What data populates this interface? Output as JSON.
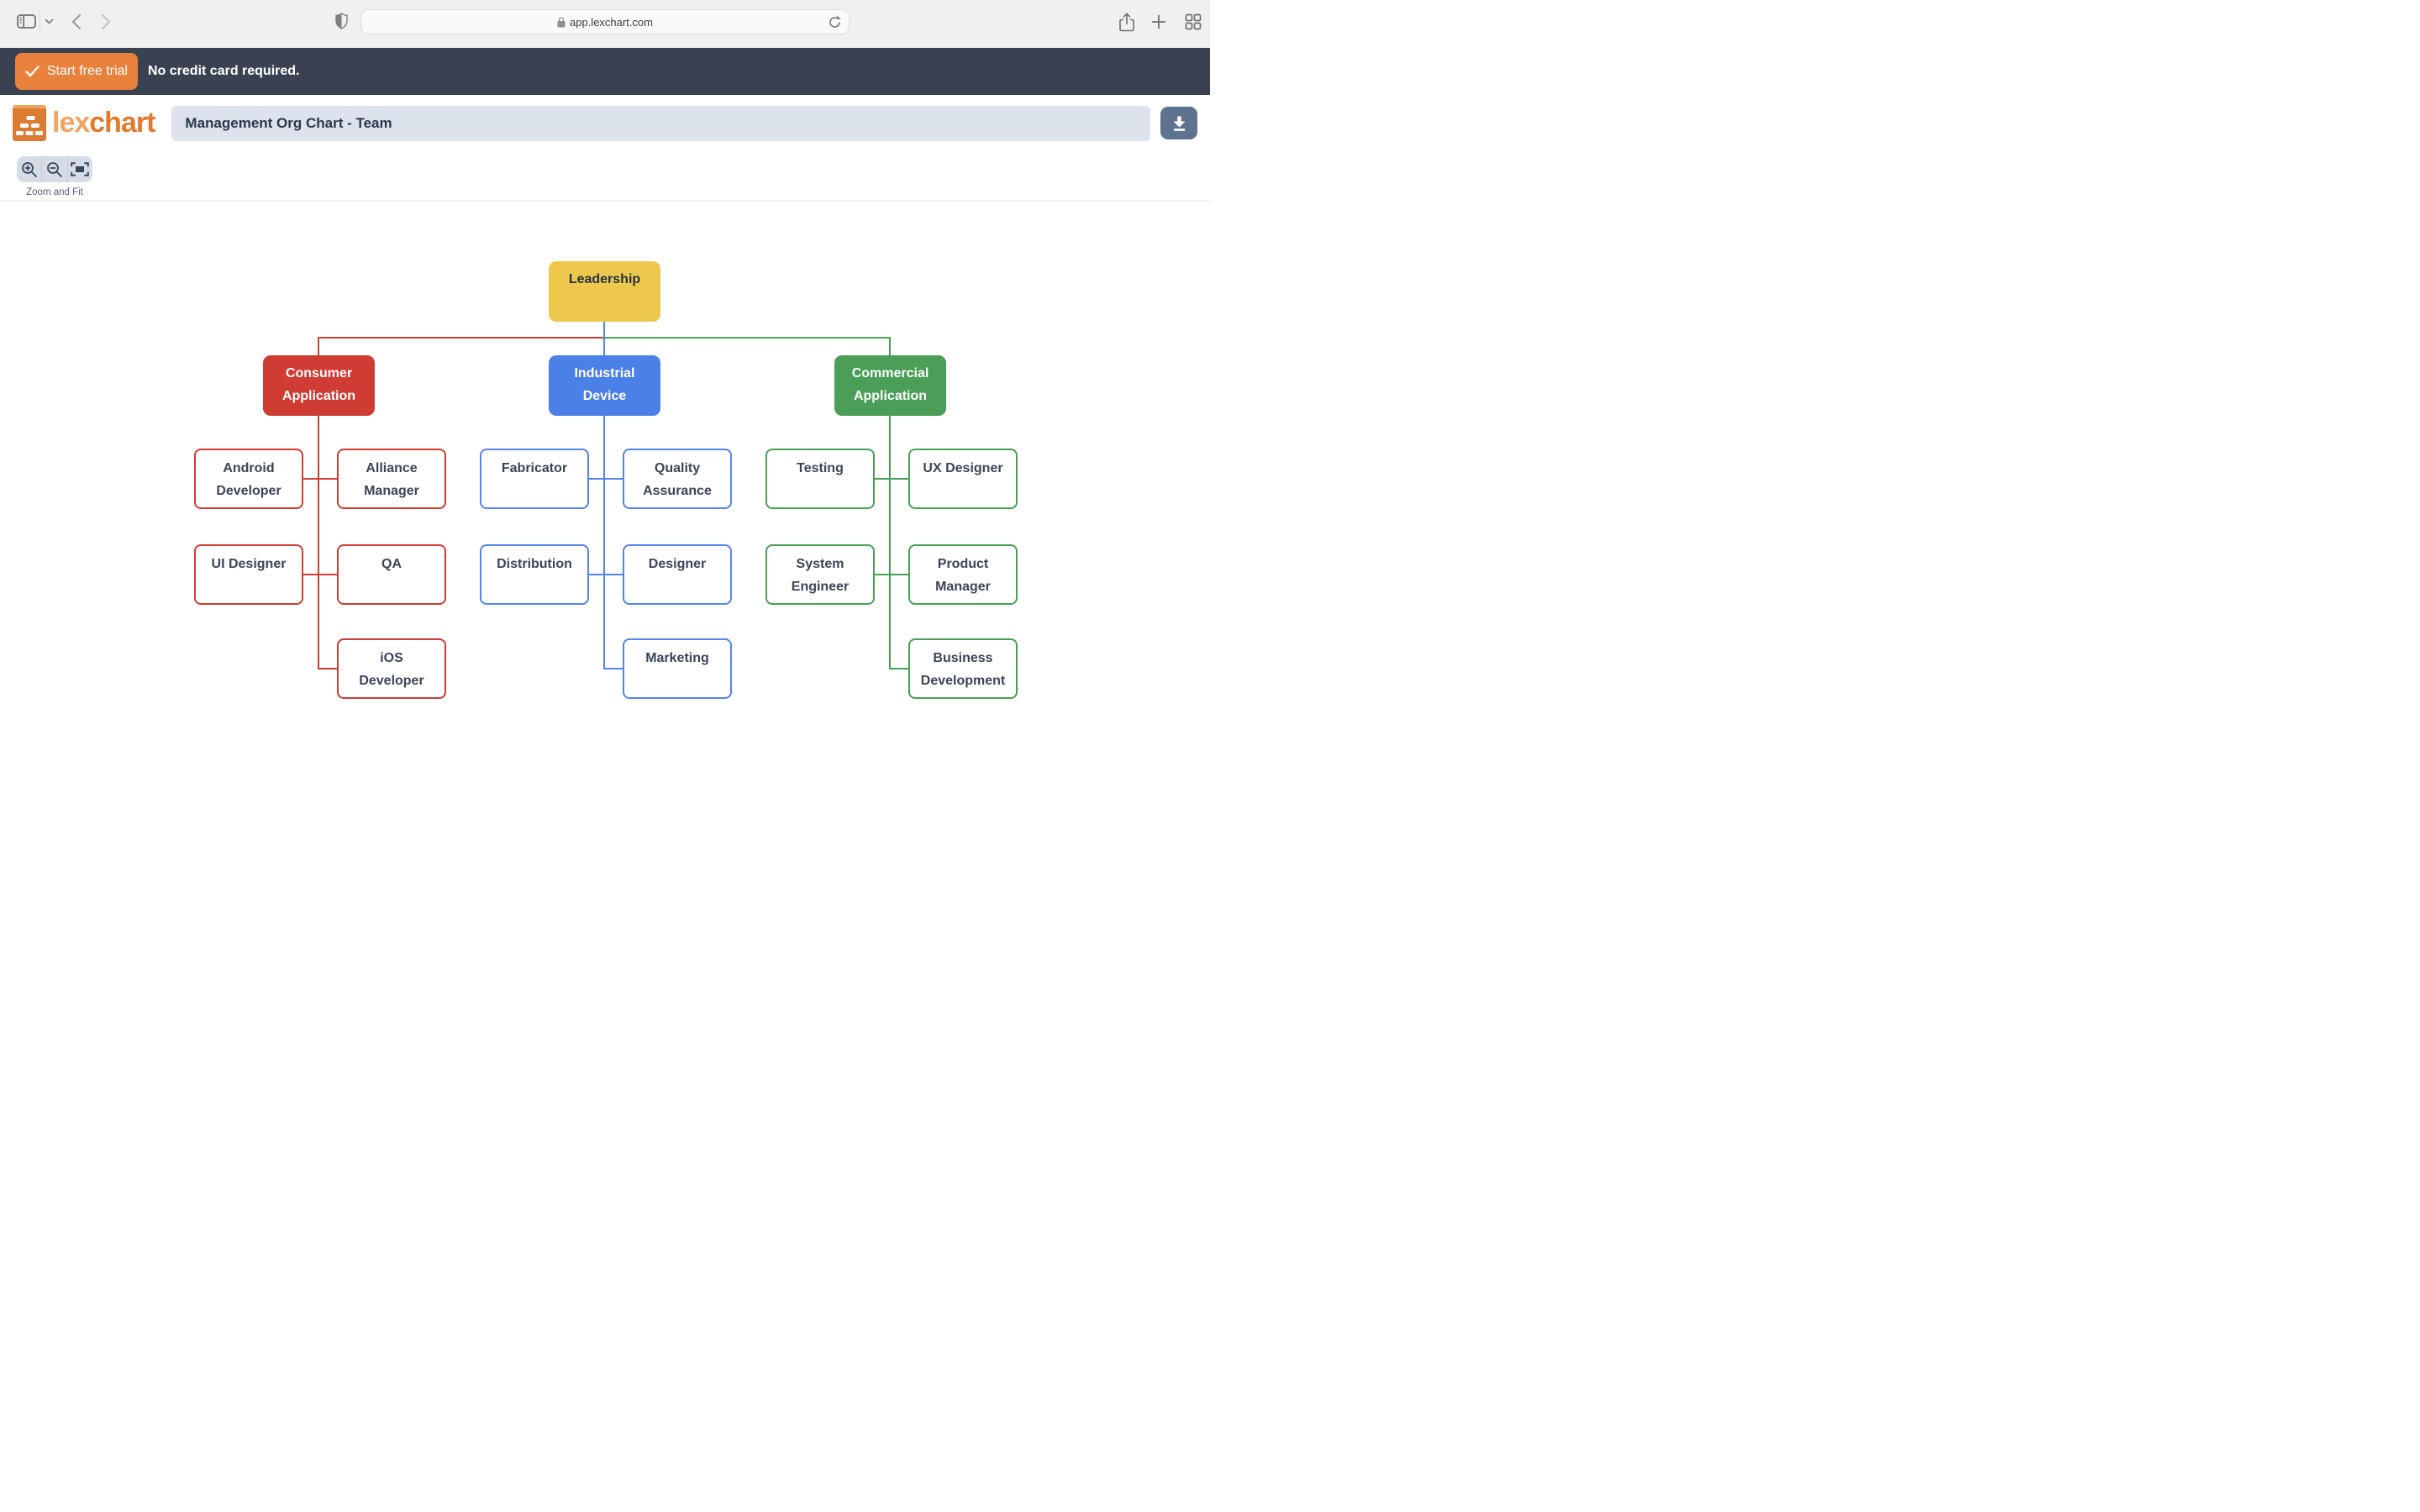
{
  "browser": {
    "url": "app.lexchart.com"
  },
  "banner": {
    "cta": "Start free trial",
    "note": "No credit card required."
  },
  "header": {
    "wordmark_lex": "lex",
    "wordmark_chart": "chart",
    "title_value": "Management Org Chart - Team"
  },
  "toolbar": {
    "label": "Zoom and Fit"
  },
  "theme": {
    "navy": "#3a4251",
    "orange": "#e8813c",
    "slate": "#5e7390",
    "titlebg": "#dce3ed",
    "yellow": "#edc84c",
    "red": "#ce3c33",
    "blue": "#4a80e8",
    "bluebr": "#5584ea",
    "green": "#4a9e58",
    "nodetext": "#3a4557"
  },
  "chart_data": {
    "type": "org-chart",
    "root": "Leadership",
    "hierarchy": {
      "Leadership": {
        "Consumer Application": [
          "Android Developer",
          "Alliance Manager",
          "UI Designer",
          "QA",
          "iOS Developer"
        ],
        "Industrial Device": [
          "Fabricator",
          "Quality Assurance",
          "Distribution",
          "Designer",
          "Marketing"
        ],
        "Commercial Application": [
          "Testing",
          "UX Designer",
          "System Engineer",
          "Product Manager",
          "Business Development"
        ]
      }
    },
    "branch_colors": {
      "Consumer Application": "#ce3c33",
      "Industrial Device": "#4a80e8",
      "Commercial Application": "#4a9e58"
    }
  },
  "chart": {
    "nodes": {
      "leadership": {
        "label": "Leadership"
      },
      "consumer": {
        "label": "Consumer\nApplication"
      },
      "industrial": {
        "label": "Industrial\nDevice"
      },
      "commercial": {
        "label": "Commercial\nApplication"
      },
      "android": {
        "label": "Android\nDeveloper"
      },
      "alliance": {
        "label": "Alliance\nManager"
      },
      "ui_designer": {
        "label": "UI Designer"
      },
      "qa": {
        "label": "QA"
      },
      "ios": {
        "label": "iOS\nDeveloper"
      },
      "fabricator": {
        "label": "Fabricator"
      },
      "quality": {
        "label": "Quality\nAssurance"
      },
      "distribution": {
        "label": "Distribution"
      },
      "designer": {
        "label": "Designer"
      },
      "marketing": {
        "label": "Marketing"
      },
      "testing": {
        "label": "Testing"
      },
      "system_engineer": {
        "label": "System\nEngineer"
      },
      "ux_designer": {
        "label": "UX Designer"
      },
      "product_manager": {
        "label": "Product\nManager"
      },
      "business_dev": {
        "label": "Business\nDevelopment"
      }
    }
  }
}
